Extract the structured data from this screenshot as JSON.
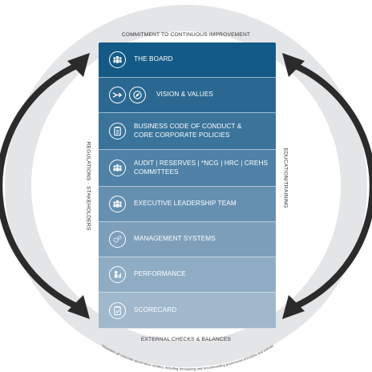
{
  "labels": {
    "top": "COMMITMENT TO CONTINUOUS IMPROVEMENT",
    "bottom": "EXTERNAL CHECKS & BALANCES",
    "left": "REGULATIONS · STAKEHOLDERS",
    "right": "EDUCATION/TRAINING",
    "footnote": "*Oversees all corporate governance matters, including formulating and recommending governance principles and policies"
  },
  "layers": [
    {
      "label": "THE BOARD",
      "icons": [
        "people-icon"
      ],
      "color": "#145a86"
    },
    {
      "label": "VISION & VALUES",
      "icons": [
        "merge-arrows-icon",
        "compass-icon"
      ],
      "color": "#2b6891"
    },
    {
      "label": "BUSINESS CODE OF CONDUCT &\nCORE CORPORATE POLICIES",
      "icons": [
        "clipboard-list-icon"
      ],
      "color": "#3a749b"
    },
    {
      "label": "AUDIT  |  RESERVES  |  *NCG  |  HRC  |  CREHS\nCOMMITTEES",
      "icons": [
        "people-icon"
      ],
      "color": "#4f82a6"
    },
    {
      "label": "EXECUTIVE LEADERSHIP TEAM",
      "icons": [
        "people-icon"
      ],
      "color": "#6690b0"
    },
    {
      "label": "MANAGEMENT SYSTEMS",
      "icons": [
        "gears-icon"
      ],
      "color": "#7d9fba"
    },
    {
      "label": "PERFORMANCE",
      "icons": [
        "person-chart-icon"
      ],
      "color": "#8eacc4"
    },
    {
      "label": "SCORECARD",
      "icons": [
        "clipboard-check-icon"
      ],
      "color": "#9fb8cc"
    }
  ],
  "colors": {
    "outer_circle": "#e4e5e7",
    "inner_circle": "#ffffff",
    "arrow": "#2b2b2b"
  }
}
